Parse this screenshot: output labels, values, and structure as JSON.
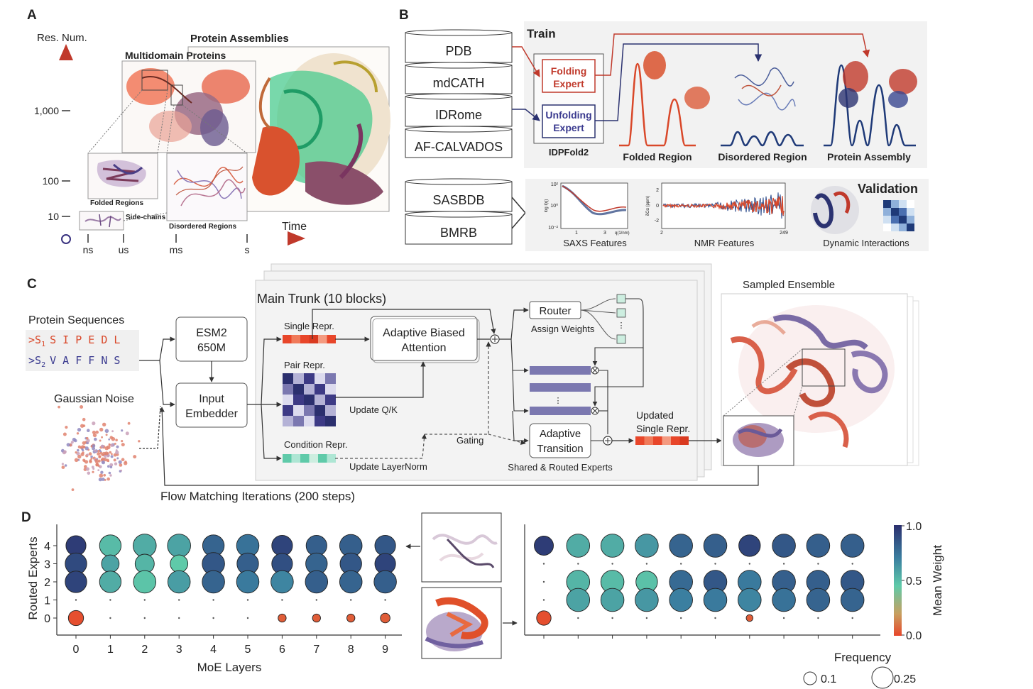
{
  "panels": {
    "a": {
      "letter": "A",
      "y_axis_label": "Res. Num.",
      "y_ticks": [
        "1,000",
        "100",
        "10"
      ],
      "x_axis_label": "Time",
      "x_ticks": [
        "ns",
        "us",
        "ms",
        "s"
      ],
      "multidomain_label": "Multidomain Proteins",
      "assemblies_label": "Protein Assemblies",
      "folded_label": "Folded Regions",
      "sidechains_label": "Side-chains",
      "disordered_label": "Disordered Regions"
    },
    "b": {
      "letter": "B",
      "train_label": "Train",
      "databases": [
        "PDB",
        "mdCATH",
        "IDRome",
        "AF-CALVADOS"
      ],
      "folding_expert": [
        "Folding",
        "Expert"
      ],
      "unfolding_expert": [
        "Unfolding",
        "Expert"
      ],
      "model_name": "IDPFold2",
      "region_labels": [
        "Folded Region",
        "Disordered Region",
        "Protein Assembly"
      ],
      "validation_databases": [
        "SASBDB",
        "BMRB"
      ],
      "validation_label": "Validation",
      "saxs_label": "SAXS Features",
      "nmr_label": "NMR Features",
      "dynamic_label": "Dynamic Interactions",
      "saxs_y_ticks": [
        "10²",
        "10⁰",
        "10⁻²"
      ],
      "saxs_y_label": "log I(q)",
      "saxs_x_ticks": [
        "1",
        "3"
      ],
      "saxs_x_label": "q(1/nm)",
      "nmr_y_ticks": [
        "2",
        "0",
        "-2"
      ],
      "nmr_y_label": "δCα (ppm)",
      "nmr_x_ticks": [
        "2",
        "249"
      ]
    },
    "c": {
      "letter": "C",
      "protein_sequences_label": "Protein Sequences",
      "seq1_prefix": ">S",
      "seq1_sub": "1",
      "seq1": "S I P E D L",
      "seq2_prefix": ">S",
      "seq2_sub": "2",
      "seq2": "V A F F N S",
      "gaussian_noise_label": "Gaussian Noise",
      "esm_label": [
        "ESM2",
        "650M"
      ],
      "input_embedder_label": [
        "Input",
        "Embedder"
      ],
      "main_trunk_label": "Main Trunk (10 blocks)",
      "single_repr": "Single Repr.",
      "pair_repr": "Pair Repr.",
      "condition_repr": "Condition Repr.",
      "attention_label": [
        "Adaptive Biased",
        "Attention"
      ],
      "update_qk": "Update Q/K",
      "update_layernorm": "Update LayerNorm",
      "gating": "Gating",
      "router": "Router",
      "assign_weights": "Assign Weights",
      "adaptive_transition": [
        "Adaptive",
        "Transition"
      ],
      "shared_routed": "Shared & Routed Experts",
      "updated_single": [
        "Updated",
        "Single Repr."
      ],
      "sampled_ensemble": "Sampled Ensemble",
      "flow_matching": "Flow Matching Iterations (200 steps)"
    },
    "d": {
      "letter": "D"
    }
  },
  "colors": {
    "red": "#e04a2a",
    "navy": "#2b3270",
    "purple": "#5f5aa2",
    "teal": "#5fcaa9",
    "arrow_red": "#c0392b"
  },
  "chart_data": [
    {
      "type": "scatter",
      "title": "",
      "xlabel": "MoE Layers",
      "ylabel": "Routed Experts",
      "x_ticks": [
        "0",
        "1",
        "2",
        "3",
        "4",
        "5",
        "6",
        "7",
        "8",
        "9"
      ],
      "y_ticks": [
        "4",
        "3",
        "2",
        "1",
        "0"
      ],
      "size_encodes": "Frequency",
      "color_encodes": "Mean Weight",
      "points": [
        {
          "x": 0,
          "y": 4,
          "w": 0.95,
          "f": 0.18
        },
        {
          "x": 0,
          "y": 3,
          "w": 0.9,
          "f": 0.2
        },
        {
          "x": 0,
          "y": 2,
          "w": 0.92,
          "f": 0.2
        },
        {
          "x": 0,
          "y": 1,
          "w": 0.5,
          "f": 0.005
        },
        {
          "x": 0,
          "y": 0,
          "w": 0.02,
          "f": 0.12
        },
        {
          "x": 1,
          "y": 4,
          "w": 0.5,
          "f": 0.2
        },
        {
          "x": 1,
          "y": 3,
          "w": 0.58,
          "f": 0.15
        },
        {
          "x": 1,
          "y": 2,
          "w": 0.55,
          "f": 0.2
        },
        {
          "x": 1,
          "y": 1,
          "w": 0.5,
          "f": 0.005
        },
        {
          "x": 1,
          "y": 0,
          "w": 0.5,
          "f": 0.005
        },
        {
          "x": 2,
          "y": 4,
          "w": 0.55,
          "f": 0.22
        },
        {
          "x": 2,
          "y": 3,
          "w": 0.52,
          "f": 0.17
        },
        {
          "x": 2,
          "y": 2,
          "w": 0.47,
          "f": 0.21
        },
        {
          "x": 2,
          "y": 1,
          "w": 0.5,
          "f": 0.005
        },
        {
          "x": 2,
          "y": 0,
          "w": 0.5,
          "f": 0.005
        },
        {
          "x": 3,
          "y": 4,
          "w": 0.58,
          "f": 0.22
        },
        {
          "x": 3,
          "y": 3,
          "w": 0.45,
          "f": 0.15
        },
        {
          "x": 3,
          "y": 2,
          "w": 0.6,
          "f": 0.21
        },
        {
          "x": 3,
          "y": 1,
          "w": 0.5,
          "f": 0.005
        },
        {
          "x": 3,
          "y": 0,
          "w": 0.5,
          "f": 0.005
        },
        {
          "x": 4,
          "y": 4,
          "w": 0.8,
          "f": 0.2
        },
        {
          "x": 4,
          "y": 3,
          "w": 0.85,
          "f": 0.21
        },
        {
          "x": 4,
          "y": 2,
          "w": 0.8,
          "f": 0.21
        },
        {
          "x": 4,
          "y": 1,
          "w": 0.5,
          "f": 0.005
        },
        {
          "x": 4,
          "y": 0,
          "w": 0.5,
          "f": 0.005
        },
        {
          "x": 5,
          "y": 4,
          "w": 0.75,
          "f": 0.21
        },
        {
          "x": 5,
          "y": 3,
          "w": 0.82,
          "f": 0.2
        },
        {
          "x": 5,
          "y": 2,
          "w": 0.72,
          "f": 0.21
        },
        {
          "x": 5,
          "y": 1,
          "w": 0.5,
          "f": 0.005
        },
        {
          "x": 5,
          "y": 0,
          "w": 0.5,
          "f": 0.005
        },
        {
          "x": 6,
          "y": 4,
          "w": 0.92,
          "f": 0.19
        },
        {
          "x": 6,
          "y": 3,
          "w": 0.88,
          "f": 0.19
        },
        {
          "x": 6,
          "y": 2,
          "w": 0.68,
          "f": 0.21
        },
        {
          "x": 6,
          "y": 1,
          "w": 0.5,
          "f": 0.005
        },
        {
          "x": 6,
          "y": 0,
          "w": 0.05,
          "f": 0.03
        },
        {
          "x": 7,
          "y": 4,
          "w": 0.82,
          "f": 0.19
        },
        {
          "x": 7,
          "y": 3,
          "w": 0.8,
          "f": 0.2
        },
        {
          "x": 7,
          "y": 2,
          "w": 0.82,
          "f": 0.21
        },
        {
          "x": 7,
          "y": 1,
          "w": 0.5,
          "f": 0.005
        },
        {
          "x": 7,
          "y": 0,
          "w": 0.05,
          "f": 0.03
        },
        {
          "x": 8,
          "y": 4,
          "w": 0.82,
          "f": 0.21
        },
        {
          "x": 8,
          "y": 3,
          "w": 0.85,
          "f": 0.2
        },
        {
          "x": 8,
          "y": 2,
          "w": 0.8,
          "f": 0.21
        },
        {
          "x": 8,
          "y": 1,
          "w": 0.5,
          "f": 0.005
        },
        {
          "x": 8,
          "y": 0,
          "w": 0.05,
          "f": 0.03
        },
        {
          "x": 9,
          "y": 4,
          "w": 0.85,
          "f": 0.19
        },
        {
          "x": 9,
          "y": 3,
          "w": 0.92,
          "f": 0.19
        },
        {
          "x": 9,
          "y": 2,
          "w": 0.82,
          "f": 0.21
        },
        {
          "x": 9,
          "y": 1,
          "w": 0.5,
          "f": 0.005
        },
        {
          "x": 9,
          "y": 0,
          "w": 0.05,
          "f": 0.05
        }
      ]
    },
    {
      "type": "scatter",
      "title": "",
      "xlabel": "",
      "ylabel": "",
      "size_encodes": "Frequency",
      "color_encodes": "Mean Weight",
      "points": [
        {
          "x": 0,
          "y": 4,
          "w": 0.95,
          "f": 0.17
        },
        {
          "x": 0,
          "y": 3,
          "w": 0.5,
          "f": 0.005
        },
        {
          "x": 0,
          "y": 2,
          "w": 0.5,
          "f": 0.005
        },
        {
          "x": 0,
          "y": 1,
          "w": 0.5,
          "f": 0.005
        },
        {
          "x": 0,
          "y": 0,
          "w": 0.02,
          "f": 0.11
        },
        {
          "x": 1,
          "y": 4,
          "w": 0.55,
          "f": 0.22
        },
        {
          "x": 1,
          "y": 3,
          "w": 0.5,
          "f": 0.005
        },
        {
          "x": 1,
          "y": 2,
          "w": 0.52,
          "f": 0.22
        },
        {
          "x": 1,
          "y": 1,
          "w": 0.58,
          "f": 0.22
        },
        {
          "x": 1,
          "y": 0,
          "w": 0.5,
          "f": 0.005
        },
        {
          "x": 2,
          "y": 4,
          "w": 0.55,
          "f": 0.22
        },
        {
          "x": 2,
          "y": 3,
          "w": 0.5,
          "f": 0.005
        },
        {
          "x": 2,
          "y": 2,
          "w": 0.5,
          "f": 0.22
        },
        {
          "x": 2,
          "y": 1,
          "w": 0.58,
          "f": 0.22
        },
        {
          "x": 2,
          "y": 0,
          "w": 0.5,
          "f": 0.005
        },
        {
          "x": 3,
          "y": 4,
          "w": 0.62,
          "f": 0.22
        },
        {
          "x": 3,
          "y": 3,
          "w": 0.5,
          "f": 0.005
        },
        {
          "x": 3,
          "y": 2,
          "w": 0.48,
          "f": 0.2
        },
        {
          "x": 3,
          "y": 1,
          "w": 0.62,
          "f": 0.22
        },
        {
          "x": 3,
          "y": 0,
          "w": 0.5,
          "f": 0.005
        },
        {
          "x": 4,
          "y": 4,
          "w": 0.8,
          "f": 0.22
        },
        {
          "x": 4,
          "y": 3,
          "w": 0.5,
          "f": 0.005
        },
        {
          "x": 4,
          "y": 2,
          "w": 0.78,
          "f": 0.22
        },
        {
          "x": 4,
          "y": 1,
          "w": 0.7,
          "f": 0.22
        },
        {
          "x": 4,
          "y": 0,
          "w": 0.5,
          "f": 0.005
        },
        {
          "x": 5,
          "y": 4,
          "w": 0.82,
          "f": 0.22
        },
        {
          "x": 5,
          "y": 3,
          "w": 0.5,
          "f": 0.005
        },
        {
          "x": 5,
          "y": 2,
          "w": 0.85,
          "f": 0.22
        },
        {
          "x": 5,
          "y": 1,
          "w": 0.72,
          "f": 0.22
        },
        {
          "x": 5,
          "y": 0,
          "w": 0.5,
          "f": 0.005
        },
        {
          "x": 6,
          "y": 4,
          "w": 0.92,
          "f": 0.2
        },
        {
          "x": 6,
          "y": 3,
          "w": 0.5,
          "f": 0.005
        },
        {
          "x": 6,
          "y": 2,
          "w": 0.72,
          "f": 0.22
        },
        {
          "x": 6,
          "y": 1,
          "w": 0.68,
          "f": 0.22
        },
        {
          "x": 6,
          "y": 0,
          "w": 0.05,
          "f": 0.015
        },
        {
          "x": 7,
          "y": 4,
          "w": 0.85,
          "f": 0.22
        },
        {
          "x": 7,
          "y": 3,
          "w": 0.5,
          "f": 0.005
        },
        {
          "x": 7,
          "y": 2,
          "w": 0.82,
          "f": 0.22
        },
        {
          "x": 7,
          "y": 1,
          "w": 0.75,
          "f": 0.22
        },
        {
          "x": 7,
          "y": 0,
          "w": 0.5,
          "f": 0.005
        },
        {
          "x": 8,
          "y": 4,
          "w": 0.82,
          "f": 0.22
        },
        {
          "x": 8,
          "y": 3,
          "w": 0.5,
          "f": 0.005
        },
        {
          "x": 8,
          "y": 2,
          "w": 0.82,
          "f": 0.22
        },
        {
          "x": 8,
          "y": 1,
          "w": 0.8,
          "f": 0.22
        },
        {
          "x": 8,
          "y": 0,
          "w": 0.5,
          "f": 0.005
        },
        {
          "x": 9,
          "y": 4,
          "w": 0.82,
          "f": 0.22
        },
        {
          "x": 9,
          "y": 3,
          "w": 0.5,
          "f": 0.005
        },
        {
          "x": 9,
          "y": 2,
          "w": 0.85,
          "f": 0.22
        },
        {
          "x": 9,
          "y": 1,
          "w": 0.8,
          "f": 0.22
        },
        {
          "x": 9,
          "y": 0,
          "w": 0.5,
          "f": 0.005
        }
      ]
    }
  ],
  "colorbar": {
    "label": "Mean Weight",
    "ticks": [
      "1.0",
      "0.5",
      "0.0"
    ]
  },
  "size_legend": {
    "title": "Frequency",
    "items": [
      "0.1",
      "0.25"
    ]
  }
}
